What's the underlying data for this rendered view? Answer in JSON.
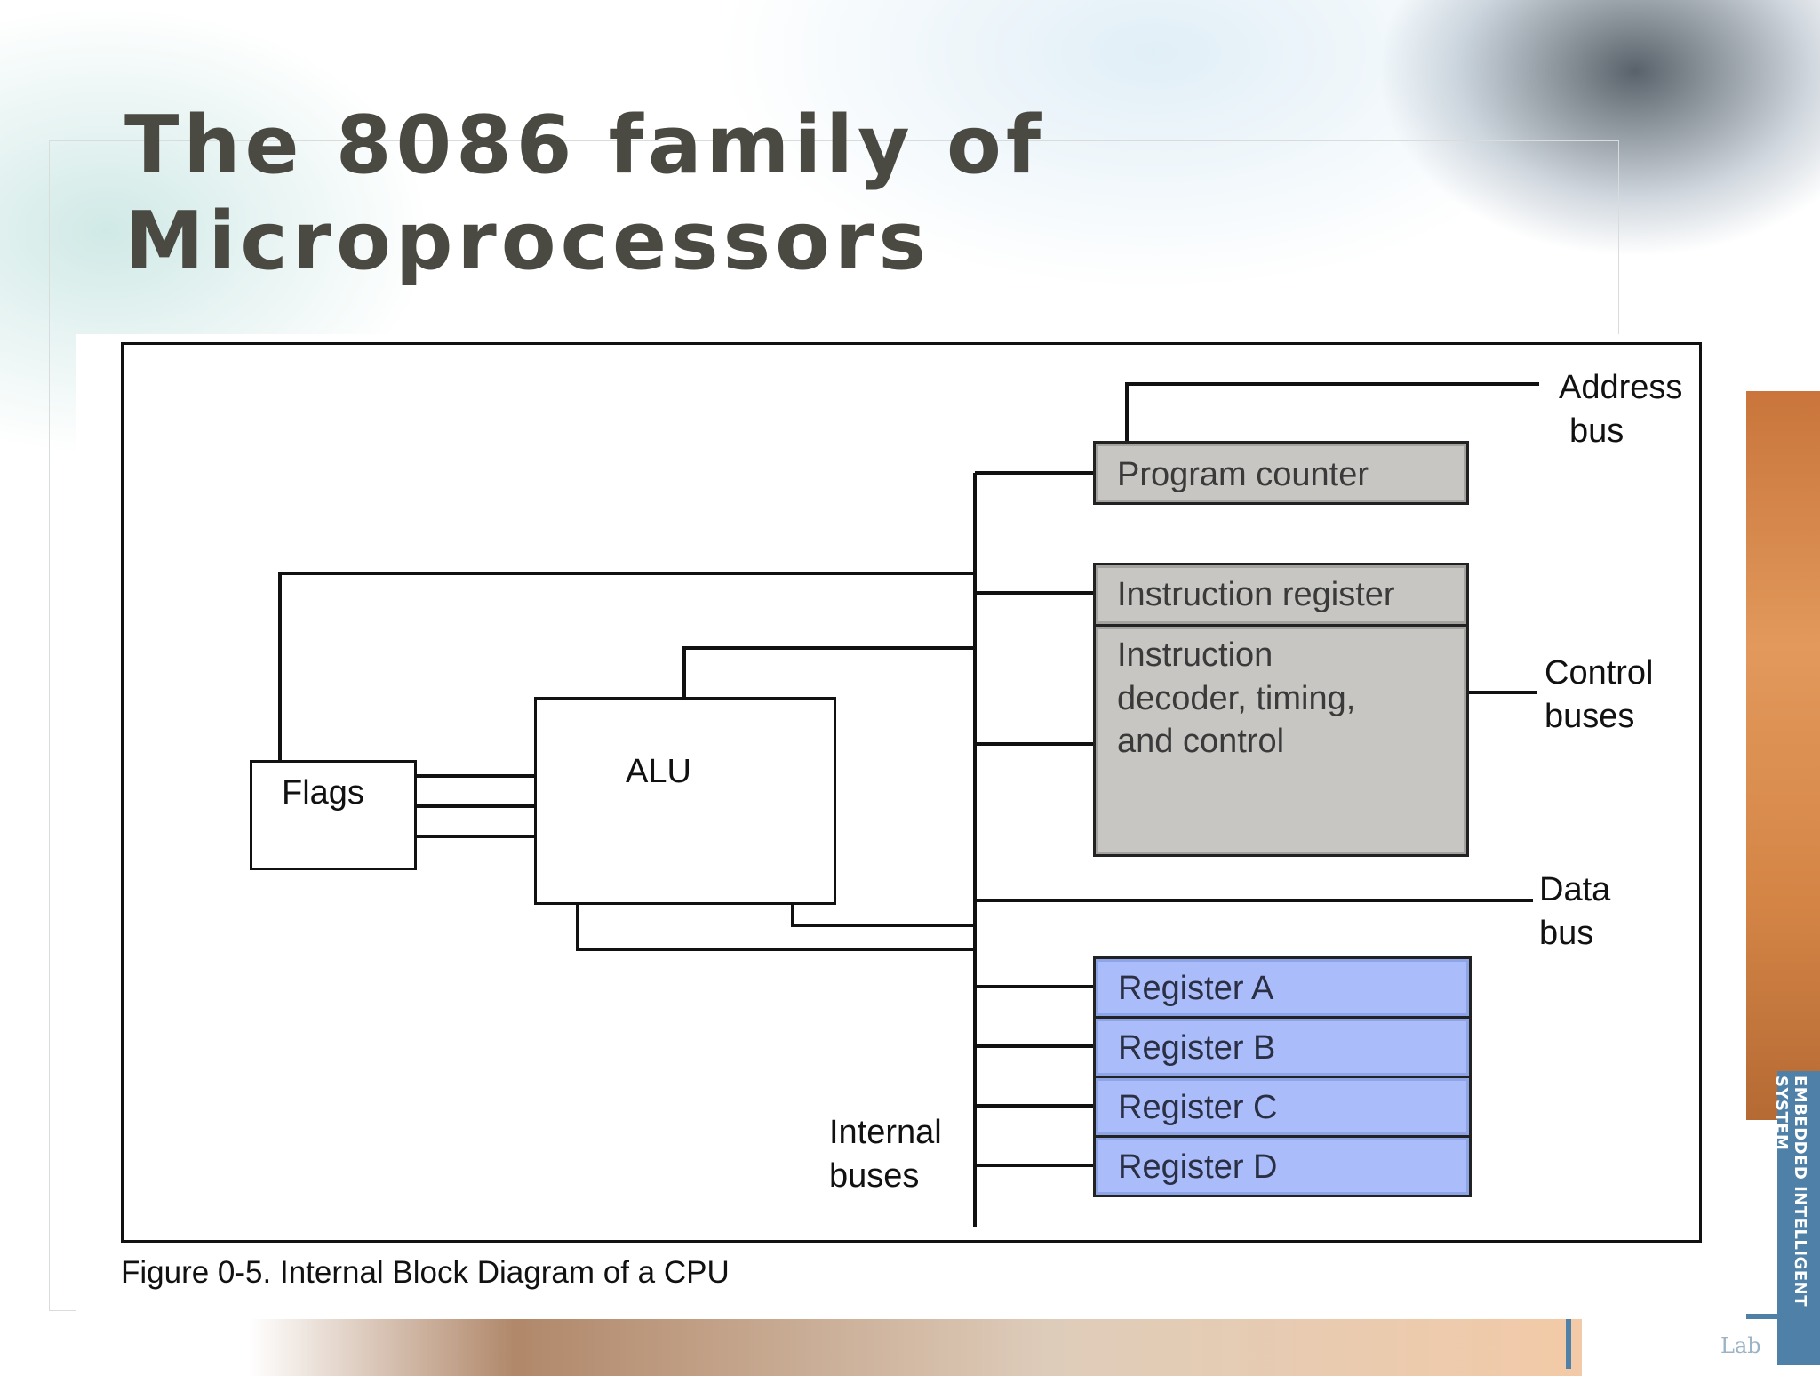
{
  "slide": {
    "title_line1": "The 8086 family of",
    "title_line2": "Microprocessors",
    "caption": "Figure 0-5. Internal Block Diagram of a CPU",
    "side_logo_text": "EMBEDDED INTELLIGENT SYSTEM",
    "logo_text": "Lab"
  },
  "diagram": {
    "flags": "Flags",
    "alu": "ALU",
    "program_counter": "Program counter",
    "instruction_register": "Instruction register",
    "decoder_line1": "Instruction",
    "decoder_line2": "decoder, timing,",
    "decoder_line3": "and control",
    "registers": [
      "Register A",
      "Register B",
      "Register C",
      "Register D"
    ],
    "address_bus_line1": "Address",
    "address_bus_line2": "bus",
    "control_buses_line1": "Control",
    "control_buses_line2": "buses",
    "data_bus_line1": "Data",
    "data_bus_line2": "bus",
    "internal_buses_line1": "Internal",
    "internal_buses_line2": "buses"
  },
  "colors": {
    "title": "#4a4a42",
    "gray_block": "#c8c6c3",
    "register_block": "#aabdfa",
    "accent_blue": "#4e80a8"
  }
}
